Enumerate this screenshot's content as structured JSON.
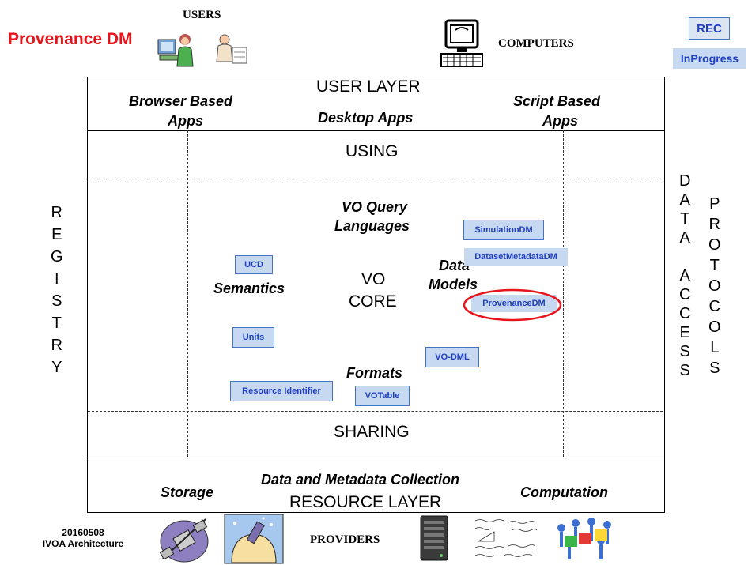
{
  "header": {
    "title": "Provenance DM",
    "users": "USERS",
    "computers": "COMPUTERS",
    "providers": "PROVIDERS"
  },
  "status": {
    "rec": "REC",
    "in_progress": "InProgress"
  },
  "user_layer": {
    "title": "USER LAYER",
    "browser": [
      "Browser Based",
      "Apps"
    ],
    "desktop": "Desktop Apps",
    "script": [
      "Script Based",
      "Apps"
    ]
  },
  "using": "USING",
  "sharing": "SHARING",
  "core": {
    "vo_core": [
      "VO",
      "CORE"
    ],
    "query": [
      "VO Query",
      "Languages"
    ],
    "semantics": "Semantics",
    "data_models": [
      "Data",
      "Models"
    ],
    "formats": "Formats"
  },
  "tags": {
    "ucd": "UCD",
    "units": "Units",
    "resource_identifier": "Resource Identifier",
    "votable": "VOTable",
    "vo_dml": "VO-DML",
    "simulation_dm": "SimulationDM",
    "dataset_metadata_dm": "DatasetMetadataDM",
    "provenance_dm": "ProvenanceDM"
  },
  "resource_layer": {
    "title": "RESOURCE LAYER",
    "collection": "Data and Metadata Collection",
    "storage": "Storage",
    "computation": "Computation"
  },
  "side": {
    "registry": [
      "R",
      "E",
      "G",
      "I",
      "S",
      "T",
      "R",
      "Y"
    ],
    "data_access": [
      "D",
      "A",
      "T",
      "A",
      "",
      "A",
      "C",
      "C",
      "E",
      "S",
      "S"
    ],
    "protocols": [
      "P",
      "R",
      "O",
      "T",
      "O",
      "C",
      "O",
      "L",
      "S"
    ]
  },
  "footer": {
    "date": "20160508",
    "name": "IVOA Architecture"
  },
  "colors": {
    "title": "#e8141c",
    "tag_fill": "#c6d9f1",
    "tag_text": "#1f3fbf",
    "highlight": "#e8141c"
  }
}
